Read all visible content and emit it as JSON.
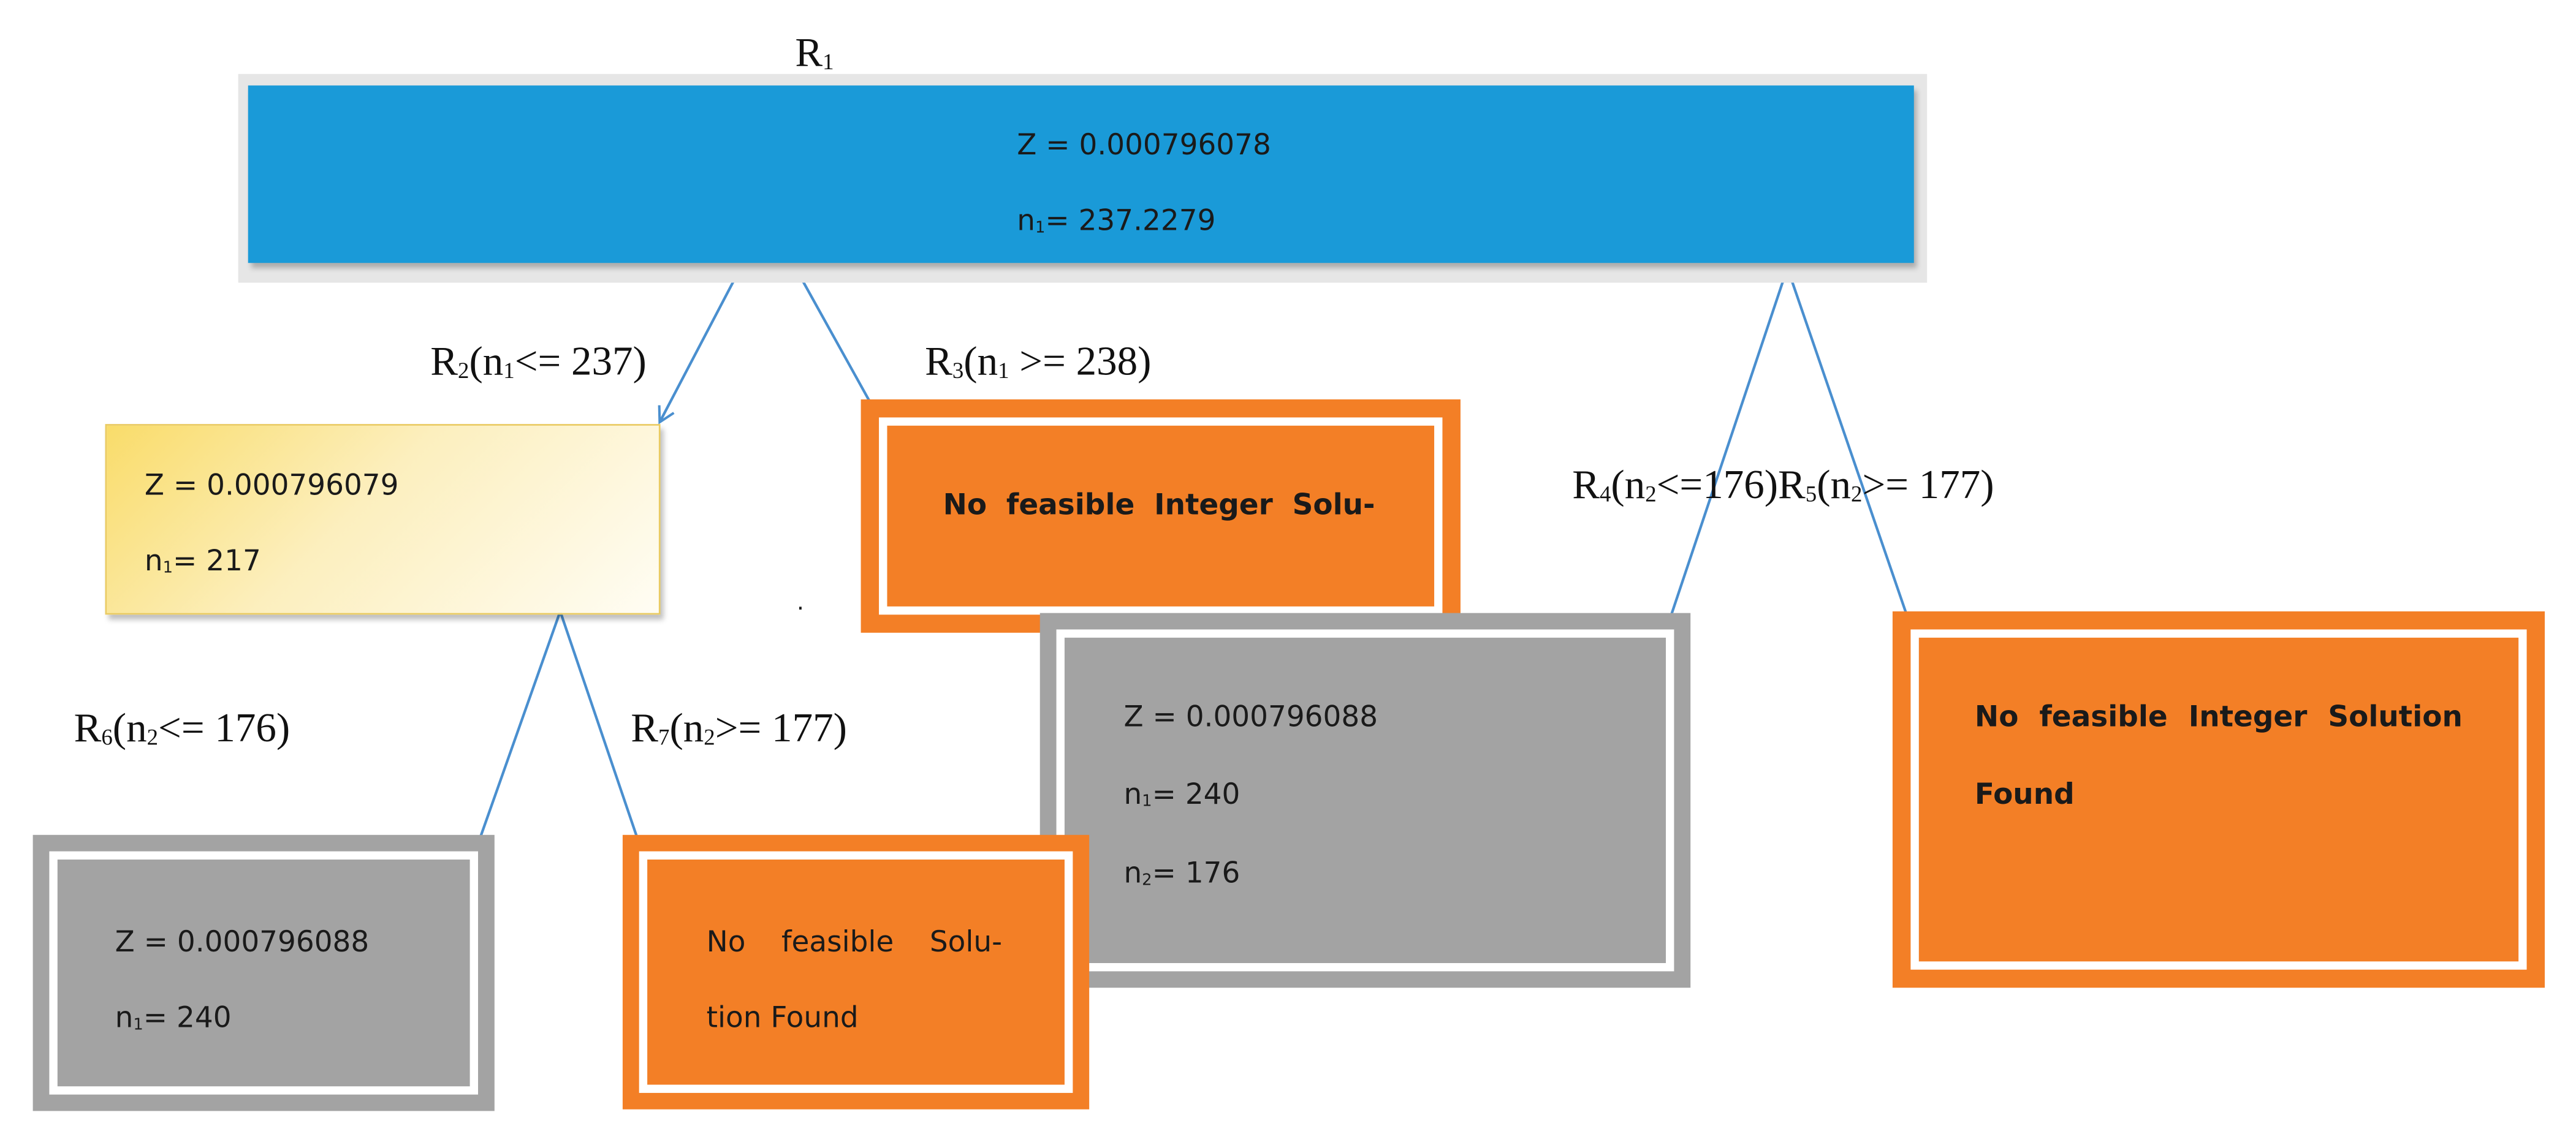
{
  "nodes": {
    "r1": {
      "label": "R1",
      "z": "Z = 0.000796078",
      "n": "n1= 237.2279"
    },
    "r2": {
      "z": "Z = 0.000796079",
      "n": "n1= 217"
    },
    "r3": {
      "words": [
        "No",
        "feasible",
        "Integer",
        "Solu-"
      ]
    },
    "r4": {
      "z": "Z = 0.000796088",
      "n1": "n1= 240",
      "n2": "n2= 176"
    },
    "r5": {
      "line1": [
        "No",
        "feasible",
        "Integer",
        "Solution"
      ],
      "line2": "Found"
    },
    "r6": {
      "z": "Z = 0.000796088",
      "n": "n1= 240"
    },
    "r7": {
      "line1": [
        "No",
        "feasible",
        "Solu-"
      ],
      "line2": "tion Found"
    }
  },
  "edges": {
    "r2": "R2(n1<= 237)",
    "r3": "R3(n1 >= 238)",
    "r4r5": "R4(n2<=176)R5(n2>= 177)",
    "r6": "R6(n2<= 176)",
    "r7": "R7(n2>= 177)"
  },
  "stray_mark": ".",
  "colors": {
    "root": "#1a9ad8",
    "infeasible": "#f37f26",
    "integer_solution": "#a3a3a3",
    "intermediate": "#f9dc6a",
    "edge": "#4a8fcf"
  }
}
